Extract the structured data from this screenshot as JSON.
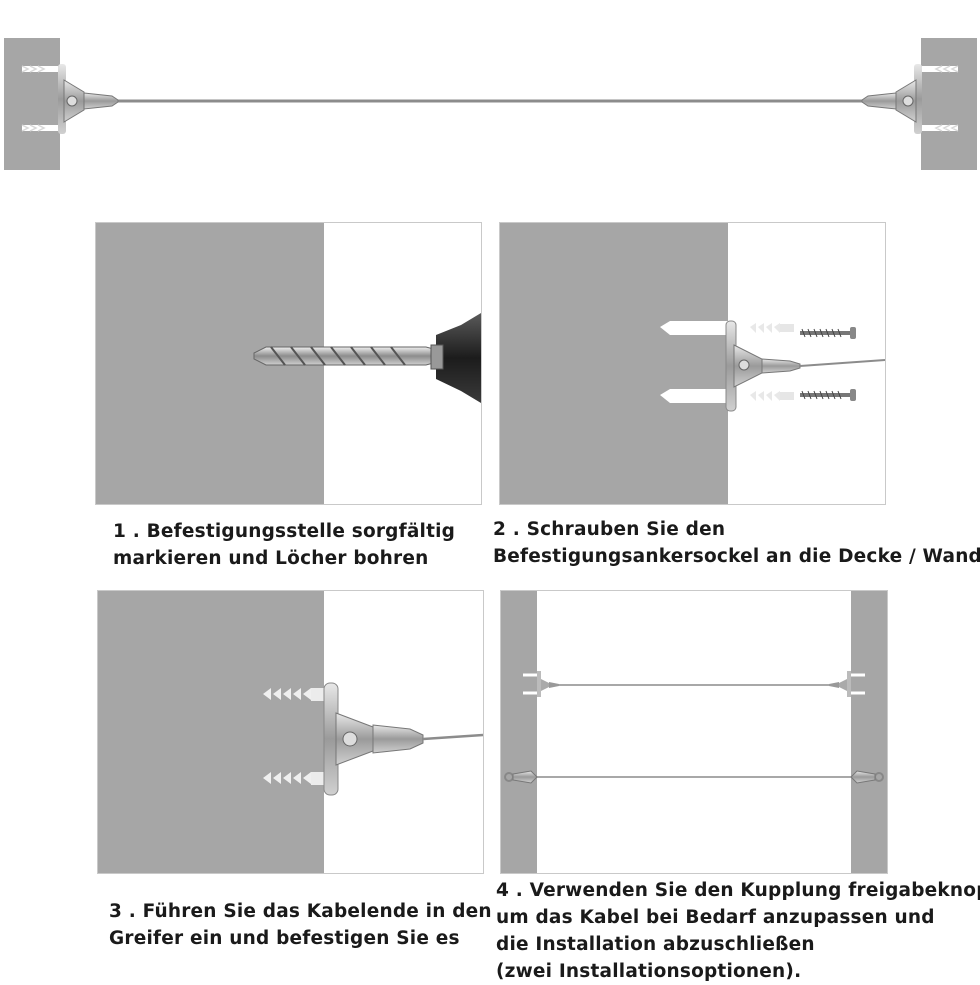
{
  "colors": {
    "wall": "#a6a6a6",
    "cable": "#8a8a8a",
    "metal": "#b8b8b8",
    "background": "#ffffff",
    "caption_text": "#1a1a1a"
  },
  "steps": [
    {
      "number": "1",
      "lines": [
        "1 . Befestigungsstelle sorgfältig",
        "markieren und Löcher bohren"
      ],
      "icons": [
        "drill-bit-icon",
        "drill-chuck-icon"
      ]
    },
    {
      "number": "2",
      "lines": [
        "2 . Schrauben Sie den",
        "Befestigungsankersockel an die Decke / Wand"
      ],
      "icons": [
        "wall-anchor-icon",
        "screw-icon",
        "anchor-base-icon"
      ]
    },
    {
      "number": "3",
      "lines": [
        "3 . Führen Sie das Kabelende in den",
        "Greifer ein und befestigen Sie es"
      ],
      "icons": [
        "wall-anchor-icon",
        "cable-gripper-icon"
      ]
    },
    {
      "number": "4",
      "lines": [
        "4 . Verwenden Sie den Kupplung freigabeknop",
        "um das Kabel bei Bedarf anzupassen und",
        "die Installation abzuschließen",
        "(zwei Installationsoptionen)."
      ],
      "icons": [
        "wall-mount-cable-icon",
        "eye-hook-cable-icon"
      ]
    }
  ]
}
